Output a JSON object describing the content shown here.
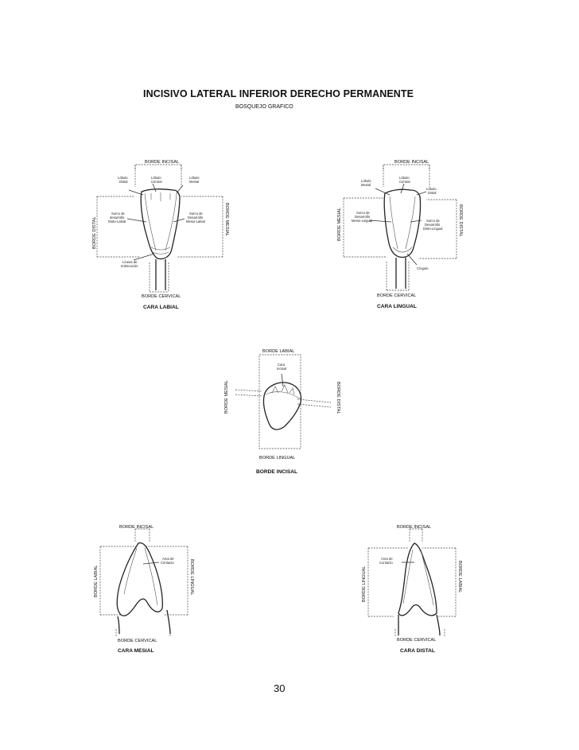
{
  "title": "INCISIVO LATERAL INFERIOR DERECHO PERMANENTE",
  "subtitle": "BOSQUEJO GRAFICO",
  "labial": {
    "top": "BORDE INCISAL",
    "left": "BORDE DISTAL",
    "right": "BORDE MESIAL",
    "bottom": "BORDE CERVICAL",
    "caption": "CARA LABIAL",
    "lobulo_distal": [
      "Lóbulo",
      "Distal"
    ],
    "lobulo_central": [
      "Lóbulo",
      "Central"
    ],
    "lobulo_mesial": [
      "Lóbulo",
      "Mesial"
    ],
    "surco_left": [
      "Surco de",
      "desarrollo",
      "Disto-Labial"
    ],
    "surco_right": [
      "Surco de",
      "Desarrollo",
      "Mesio-Labial"
    ],
    "lineas": [
      "Líneas de",
      "Imbricación"
    ]
  },
  "lingual": {
    "top": "BORDE INCISAL",
    "left": "BORDE MESIAL",
    "right": "BORDE DISTAL",
    "bottom": "BORDE CERVICAL",
    "caption": "CARA LINGUAL",
    "lobulo_mesial": [
      "Lóbulo",
      "Mesial"
    ],
    "lobulo_central": [
      "Lóbulo",
      "Central"
    ],
    "lobulo_distal": [
      "Lóbulo",
      "Distal"
    ],
    "surco_left": [
      "Surco de",
      "Desarrollo",
      "Mesio-Lingual"
    ],
    "surco_right": [
      "Surco de",
      "Desarrollo",
      "Disto-Lingual"
    ],
    "cingulo": "Cíngulo"
  },
  "incisal": {
    "top": "BORDE LABIAL",
    "left": "BORDE MESIAL",
    "right": "BORDE DISTAL",
    "bottom": "BORDE  LINGUAL",
    "caption": "BORDE INCISAL",
    "cara": [
      "Cara",
      "Incisal"
    ]
  },
  "mesial": {
    "top": "BORDE INCISAL",
    "left": "BORDE LABIAL",
    "right": "BORDE LINGUAL",
    "bottom": "BORDE CERVICAL",
    "caption": "CARA MESIAL",
    "area": [
      "Area de",
      "Contacto"
    ]
  },
  "distal": {
    "top": "BORDE INCISAL",
    "left": "BORDE LINGUAL",
    "right": "BORDE LABIAL",
    "bottom": "BORDE CERVICAL",
    "caption": "CARA DISTAL",
    "area": [
      "Area de",
      "Contacto"
    ]
  },
  "page_number": "30"
}
